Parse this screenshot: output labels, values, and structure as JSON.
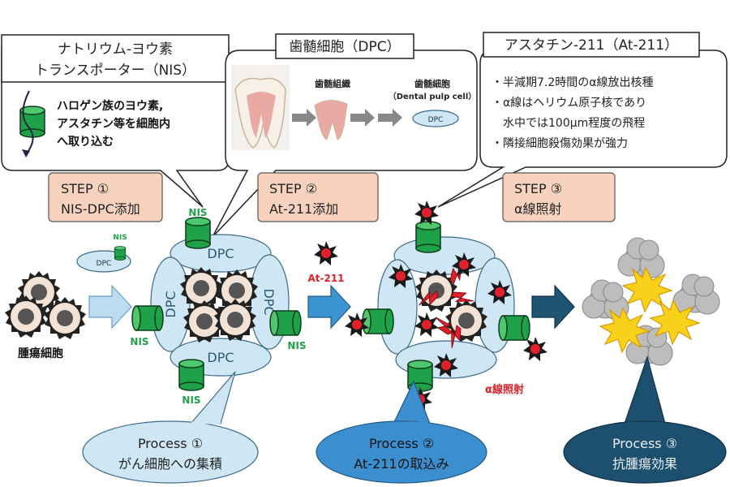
{
  "bubbles": {
    "nis": {
      "title_line1": "ナトリウム-ヨウ素",
      "title_line2": "トランスポーター（NIS）",
      "body_line1": "ハロゲン族のヨウ素,",
      "body_line2": "アスタチン等を細胞内",
      "body_line3": "へ取り込む"
    },
    "dpc": {
      "title": "歯髄細胞（DPC）",
      "label_tissue": "歯髄組織",
      "label_cell": "歯髄細胞",
      "label_cell_en": "（Dental pulp cell）",
      "label_dpc": "DPC"
    },
    "at211": {
      "title": "アスタチン-211（At-211）",
      "line1": "・半減期7.2時間のα線放出核種",
      "line2": "・α線はヘリウム原子核であり",
      "line3": "水中では100μm程度の飛程",
      "line4": "・隣接細胞殺傷効果が強力"
    }
  },
  "steps": [
    {
      "line1": "STEP ①",
      "line2": "NIS-DPC添加"
    },
    {
      "line1": "STEP ②",
      "line2": "At-211添加"
    },
    {
      "line1": "STEP ③",
      "line2": "α線照射"
    }
  ],
  "processes": [
    {
      "line1": "Process ①",
      "line2": "がん細胞への集積"
    },
    {
      "line1": "Process ②",
      "line2": "At-211の取込み"
    },
    {
      "line1": "Process ③",
      "line2": "抗腫瘍効果"
    }
  ],
  "labels": {
    "tumor": "腫瘍細胞",
    "nis": "NIS",
    "dpc": "DPC",
    "at211": "At-211",
    "alpha": "α線照射"
  },
  "colors": {
    "dpc_fill": "#cfe6f5",
    "nis_green": "#1fa14a",
    "step_fill": "#f7d3bf",
    "process1": "#cfe6f5",
    "process2": "#3b8fcf",
    "process3": "#1d4f6e",
    "arrow_light": "#bcdcf0",
    "arrow_mid": "#3c95d0",
    "arrow_dark": "#1f5473",
    "at211_red": "#e0202a",
    "explosion": "#f9d11a"
  }
}
